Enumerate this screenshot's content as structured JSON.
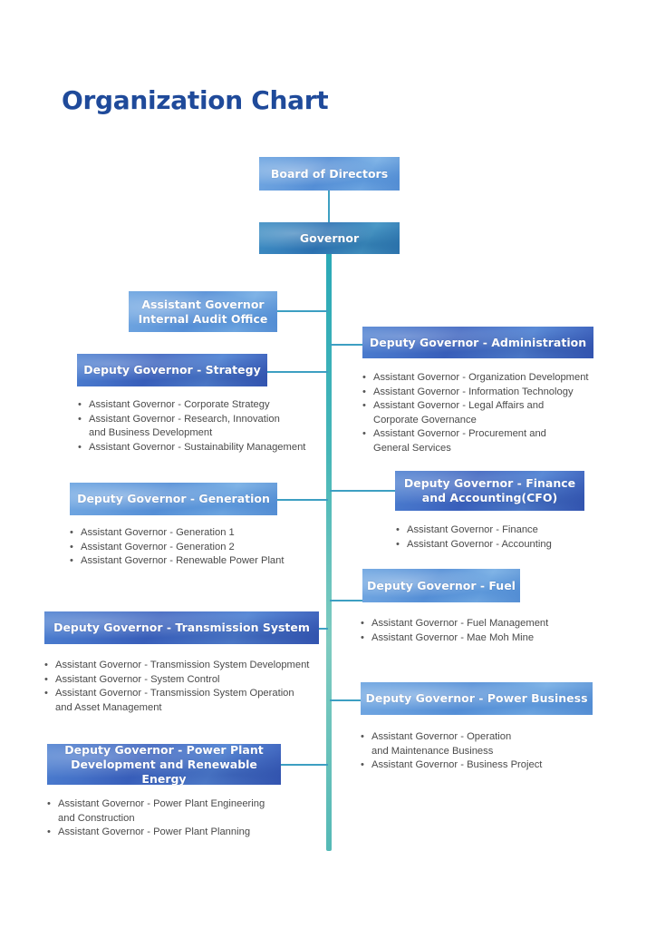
{
  "title": "Organization Chart",
  "board": "Board of Directors",
  "governor": "Governor",
  "audit": "Assistant Governor\nInternal Audit Office",
  "strategy": {
    "label": "Deputy Governor - Strategy",
    "items": [
      [
        "Assistant Governor - Corporate Strategy"
      ],
      [
        "Assistant Governor - Research, Innovation",
        "and Business Development"
      ],
      [
        "Assistant Governor - Sustainability Management"
      ]
    ]
  },
  "generation": {
    "label": "Deputy Governor - Generation",
    "items": [
      [
        "Assistant Governor - Generation 1"
      ],
      [
        "Assistant Governor - Generation 2"
      ],
      [
        "Assistant Governor - Renewable Power Plant"
      ]
    ]
  },
  "transmission": {
    "label": "Deputy Governor - Transmission System",
    "items": [
      [
        "Assistant Governor - Transmission  System Development"
      ],
      [
        "Assistant Governor - System Control"
      ],
      [
        "Assistant Governor - Transmission System Operation",
        "and Asset Management"
      ]
    ]
  },
  "powerplant": {
    "label": "Deputy Governor - Power Plant\nDevelopment and Renewable Energy",
    "items": [
      [
        "Assistant Governor - Power Plant Engineering",
        "and Construction"
      ],
      [
        "Assistant Governor - Power Plant Planning"
      ]
    ]
  },
  "administration": {
    "label": "Deputy Governor - Administration",
    "items": [
      [
        "Assistant Governor - Organization Development"
      ],
      [
        "Assistant Governor - Information Technology"
      ],
      [
        "Assistant Governor - Legal Affairs and",
        "Corporate  Governance"
      ],
      [
        "Assistant Governor - Procurement and",
        "General Services"
      ]
    ]
  },
  "finance": {
    "label": "Deputy Governor - Finance\nand Accounting(CFO)",
    "items": [
      [
        "Assistant Governor - Finance"
      ],
      [
        "Assistant Governor - Accounting"
      ]
    ]
  },
  "fuel": {
    "label": "Deputy Governor - Fuel",
    "items": [
      [
        "Assistant Governor - Fuel Management"
      ],
      [
        "Assistant Governor - Mae Moh Mine"
      ]
    ]
  },
  "powerbusiness": {
    "label": "Deputy Governor - Power Business",
    "items": [
      [
        "Assistant Governor - Operation",
        "and Maintenance Business"
      ],
      [
        "Assistant Governor - Business Project"
      ]
    ]
  },
  "colors": {
    "title": "#1f4a9a",
    "spine": "#48b7b8",
    "connector": "#3d9fc2",
    "box": "#3c63bf"
  }
}
